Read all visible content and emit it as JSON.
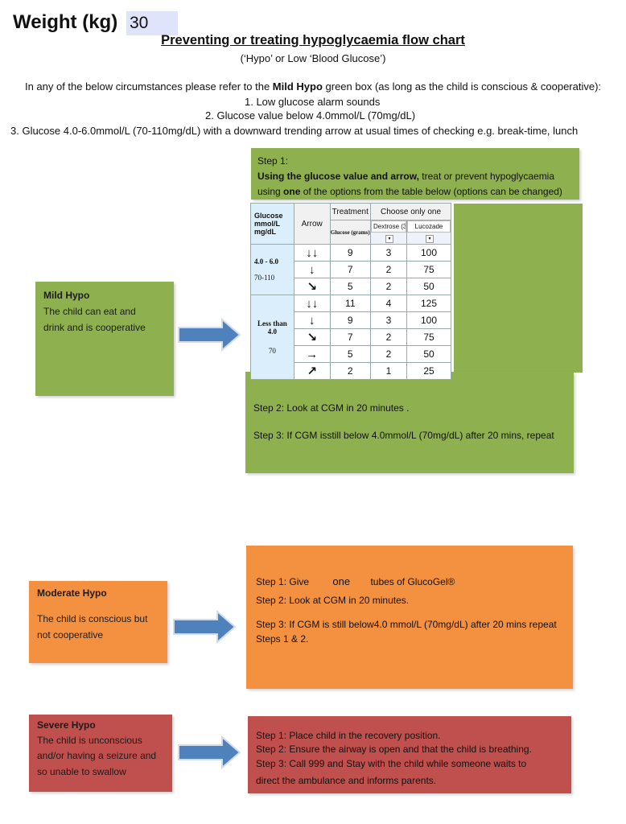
{
  "header": {
    "weight_label": "Weight (kg)",
    "weight_value": "30",
    "title": "Preventing or treating hypoglycaemia flow chart",
    "subtitle": "(‘Hypo’ or Low ‘Blood Glucose’)"
  },
  "intro": {
    "prefix": "In any of the below circumstances please refer to the ",
    "bold": "Mild Hypo",
    "suffix": " green box (as long as  the child is conscious & cooperative):",
    "conditions": [
      "1.  Low glucose alarm sounds",
      "2.  Glucose value below 4.0mmol/L (70mg/dL)",
      "3.  Glucose 4.0-6.0mmol/L (70-110mg/dL) with a downward trending arrow at usual times of checking e.g. break-time, lunch"
    ]
  },
  "mild": {
    "title": "Mild Hypo",
    "text": "The child can eat and drink and is cooperative",
    "step1_label": "Step 1:",
    "step1_bold": "Using the glucose value and arrow,",
    "step1_rest": " treat or prevent hypoglycaemia",
    "step1_line2a": "using ",
    "step1_line2b": "one",
    "step1_line2c": " of the options from the table below (options can be changed)",
    "step2": "Step 2: Look at CGM in 20 minutes .",
    "step3": "Step 3: If CGM isstill below 4.0mmol/L (70mg/dL) after 20 mins, repeat"
  },
  "table": {
    "headers": {
      "glucose": "Glucose mmol/L mg/dL",
      "arrow": "Arrow",
      "treatment": "Treatment",
      "treatment_sub": "Glucose (grams)",
      "choose": "Choose only one",
      "select1": "Dextrose (3",
      "select2": "Lucozade"
    },
    "group1": {
      "range": "4.0 - 6.0",
      "mgdl": "70-110"
    },
    "group2": {
      "range": "Less than 4.0",
      "mgdl": "70"
    },
    "rows": [
      {
        "arrow": "↓↓",
        "grams": "9",
        "dextrose": "3",
        "lucozade": "100"
      },
      {
        "arrow": "↓",
        "grams": "7",
        "dextrose": "2",
        "lucozade": "75"
      },
      {
        "arrow": "↘",
        "grams": "5",
        "dextrose": "2",
        "lucozade": "50"
      },
      {
        "arrow": "↓↓",
        "grams": "11",
        "dextrose": "4",
        "lucozade": "125"
      },
      {
        "arrow": "↓",
        "grams": "9",
        "dextrose": "3",
        "lucozade": "100"
      },
      {
        "arrow": "↘",
        "grams": "7",
        "dextrose": "2",
        "lucozade": "75"
      },
      {
        "arrow": "→",
        "grams": "5",
        "dextrose": "2",
        "lucozade": "50"
      },
      {
        "arrow": "↗",
        "grams": "2",
        "dextrose": "1",
        "lucozade": "25"
      }
    ]
  },
  "moderate": {
    "title": "Moderate Hypo",
    "text": "The child is conscious but not cooperative",
    "step1_a": "Step 1: Give",
    "step1_b": "one",
    "step1_c": "tubes of GlucoGel®",
    "step2": "Step 2: Look at CGM in 20 minutes.",
    "step3": "Step 3: If CGM is still below4.0 mmol/L (70mg/dL) after 20 mins repeat",
    "step3b": "Steps 1 & 2."
  },
  "severe": {
    "title": "Severe Hypo",
    "text": "The child is unconscious and/or having a seizure and so unable to swallow",
    "step1": "Step 1: Place child in the recovery position.",
    "step2": "Step 2: Ensure the airway is open and that the child is breathing.",
    "step3": "Step 3: Call 999 and Stay with the child while someone waits to",
    "step3b": "direct the ambulance and informs parents."
  },
  "colors": {
    "green": "#8fb04e",
    "orange": "#f49141",
    "red": "#c0504d",
    "arrow": "#4f81bd"
  }
}
